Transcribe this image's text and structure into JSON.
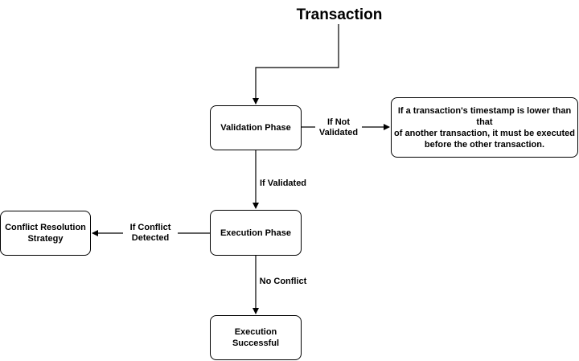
{
  "title": "Transaction",
  "nodes": {
    "validation": "Validation Phase",
    "timestamp_rule": "If a transaction's timestamp is lower than\nthat\nof another transaction, it must be executed\nbefore the other transaction.",
    "execution": "Execution Phase",
    "conflict_resolution": "Conflict Resolution\nStrategy",
    "success": "Execution\nSuccessful"
  },
  "edges": {
    "if_not_validated": "If Not\nValidated",
    "if_validated": "If Validated",
    "if_conflict_detected": "If Conflict\nDetected",
    "no_conflict": "No Conflict"
  },
  "colors": {
    "stroke": "#000000",
    "background": "#ffffff"
  }
}
